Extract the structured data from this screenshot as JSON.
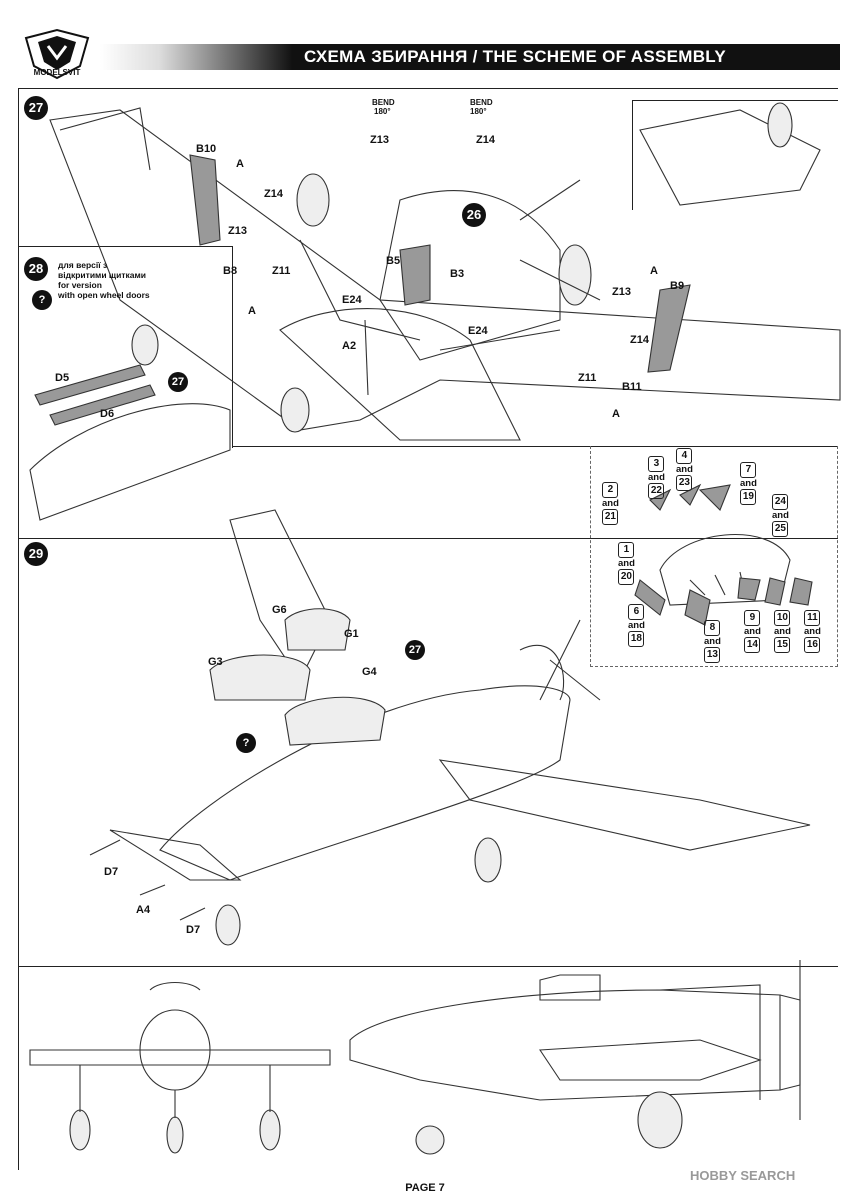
{
  "header": {
    "title": "СХЕМА ЗБИРАННЯ / THE SCHEME OF ASSEMBLY",
    "logo_text": "MODELSVIT"
  },
  "steps": {
    "s27": "27",
    "s26": "26",
    "s28": "28",
    "s27b": "27",
    "s29": "29",
    "s27c": "27"
  },
  "step27_labels": {
    "bend": "BEND",
    "deg": "180°",
    "Z13": "Z13",
    "Z14": "Z14",
    "B10": "B10",
    "B5": "B5",
    "B3": "B3",
    "B8": "B8",
    "Z11": "Z11",
    "E24": "E24",
    "A2": "A2",
    "B9": "B9",
    "B11": "B11",
    "A": "A"
  },
  "step28_note": {
    "ua_line1": "для версії з",
    "ua_line2": "відкритими щитками",
    "en_line1": "for version",
    "en_line2": "with open wheel doors",
    "D5": "D5",
    "D6": "D6"
  },
  "step29_labels": {
    "G6": "G6",
    "G1": "G1",
    "G3": "G3",
    "G4": "G4",
    "D7": "D7",
    "A4": "A4"
  },
  "mask_pairs": [
    {
      "a": "2",
      "b": "21"
    },
    {
      "a": "3",
      "b": "22"
    },
    {
      "a": "4",
      "b": "23"
    },
    {
      "a": "7",
      "b": "19"
    },
    {
      "a": "24",
      "b": "25"
    },
    {
      "a": "1",
      "b": "20"
    },
    {
      "a": "6",
      "b": "18"
    },
    {
      "a": "8",
      "b": "13"
    },
    {
      "a": "9",
      "b": "14"
    },
    {
      "a": "10",
      "b": "15"
    },
    {
      "a": "11",
      "b": "16"
    }
  ],
  "and_word": "and",
  "question_mark": "?",
  "footer": {
    "page": "PAGE 7",
    "watermark": "HOBBY SEARCH"
  }
}
